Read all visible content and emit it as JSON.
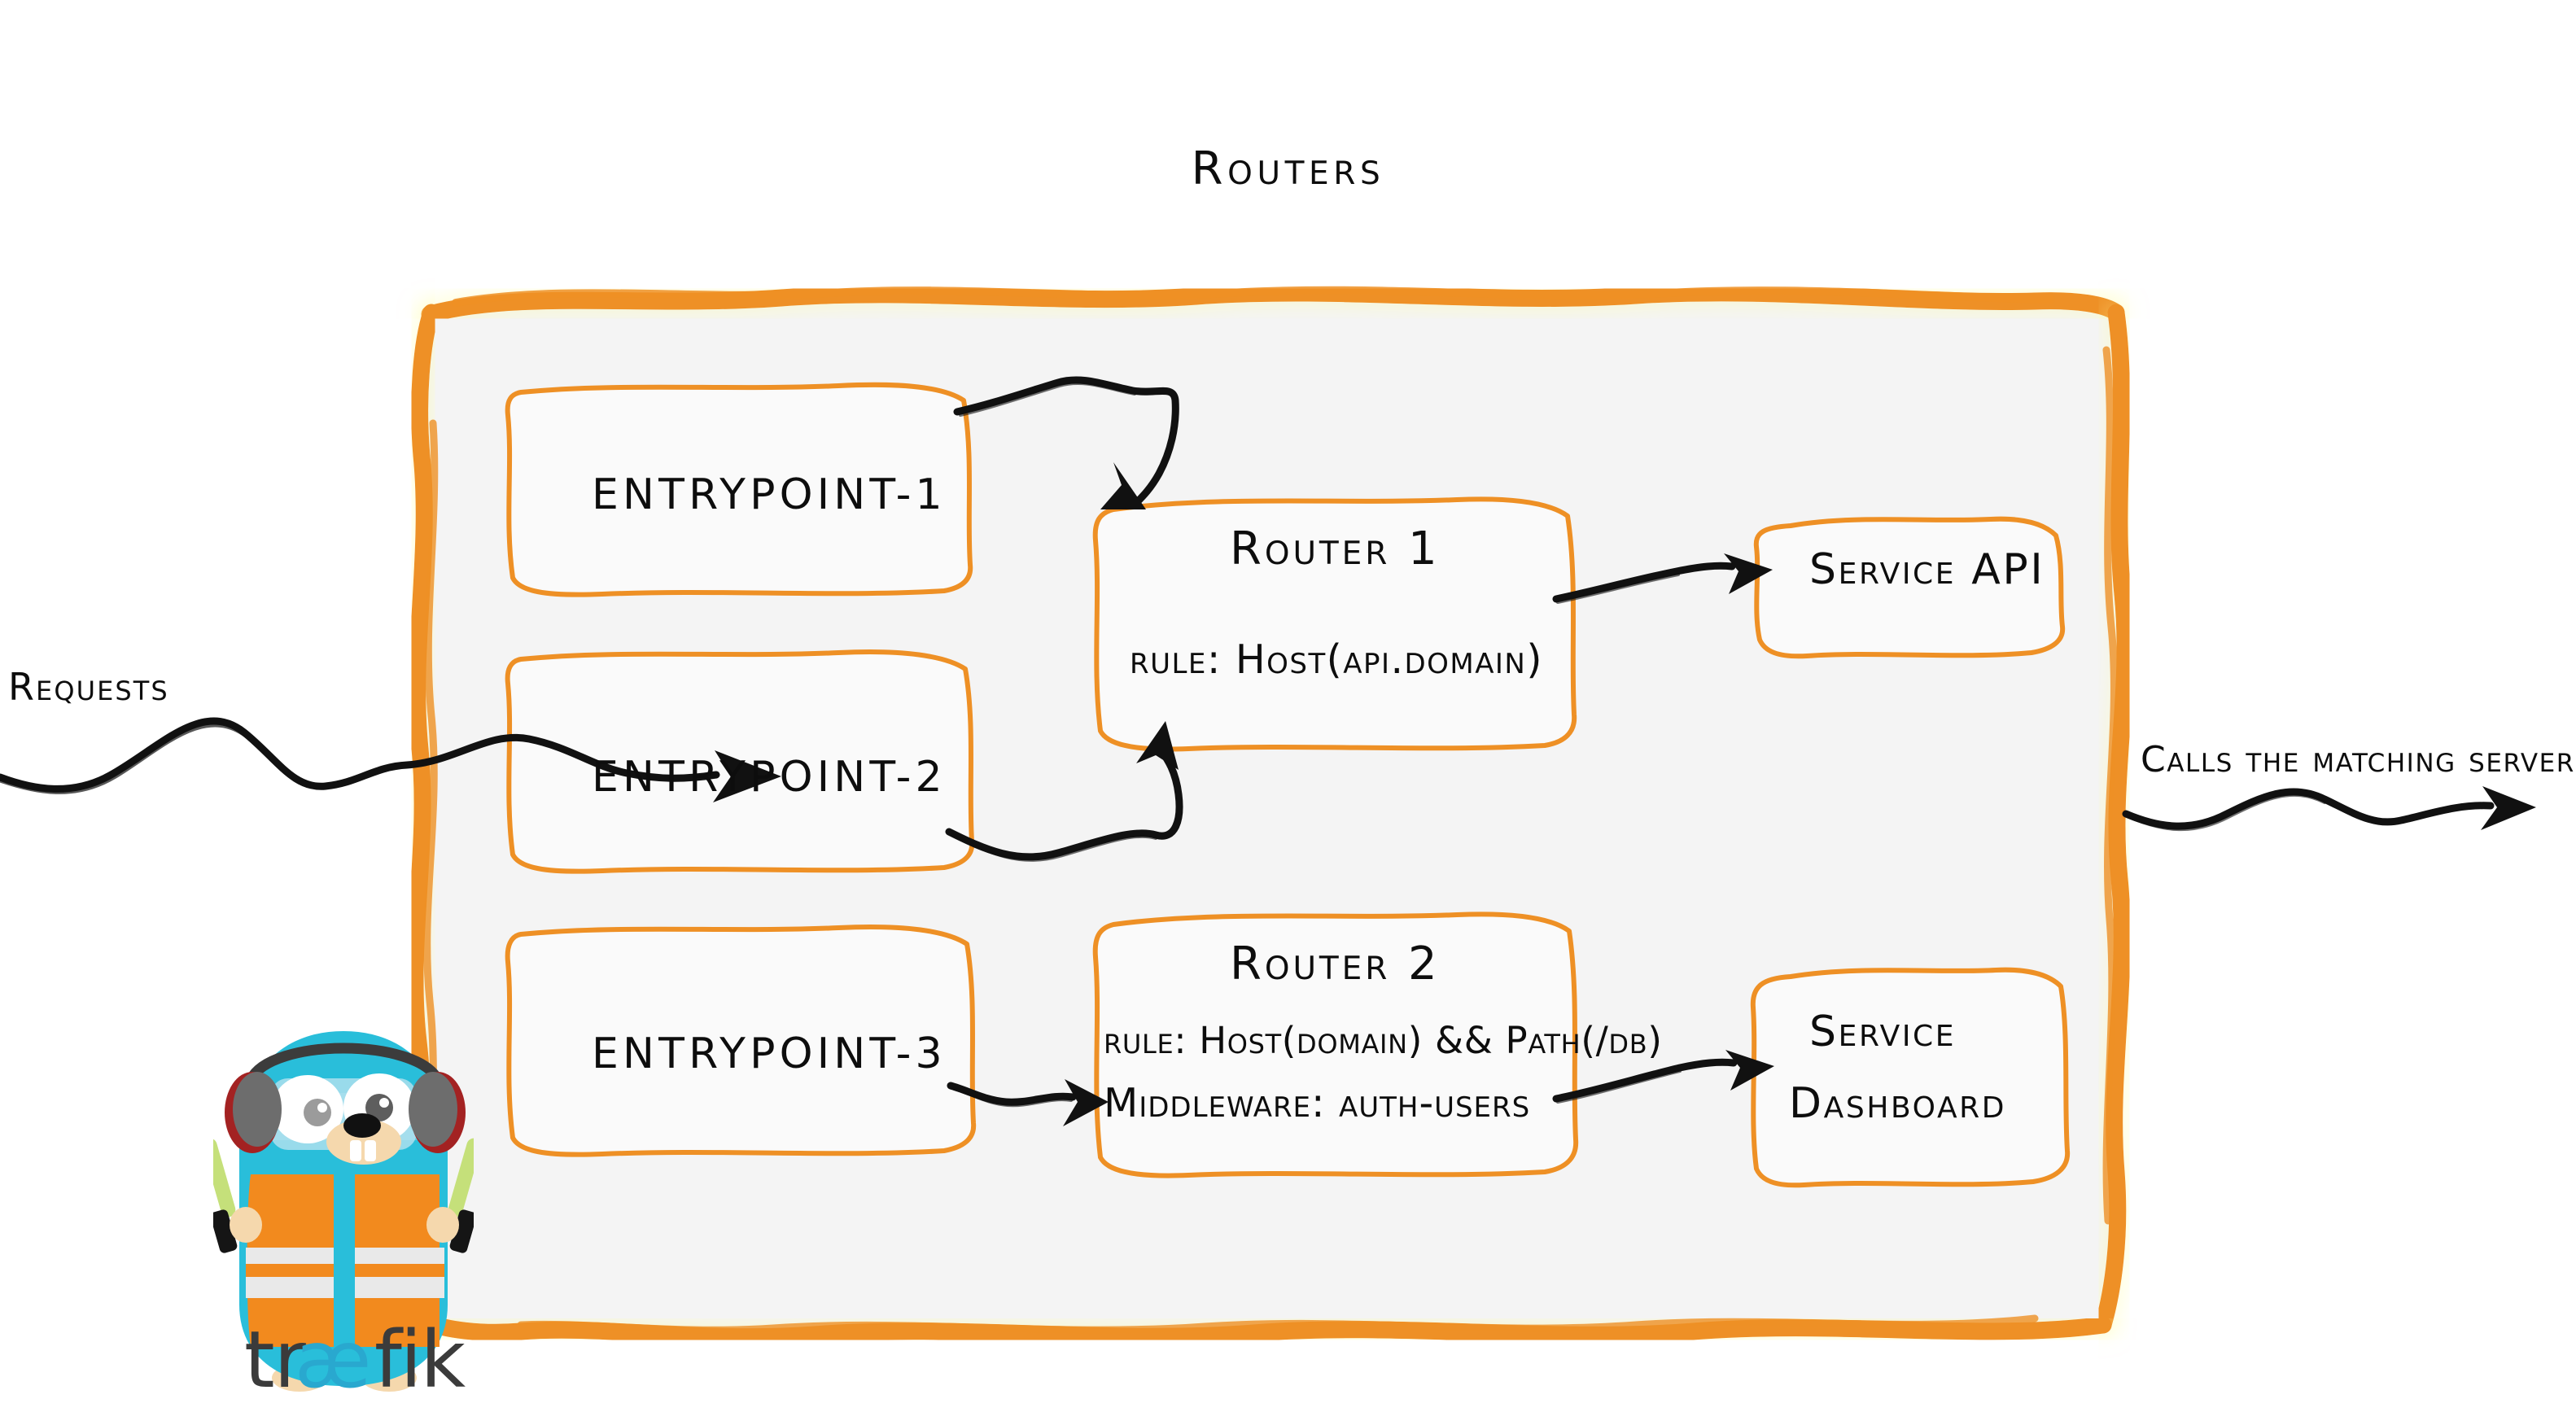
{
  "diagram": {
    "title": "Routers",
    "colors": {
      "accent_orange": "#ee9025",
      "panel_bg": "#f4f4f4",
      "box_bg": "#fafafa",
      "ink": "#111111",
      "gopher_body": "#29beda",
      "gopher_vest": "#f28a1e",
      "gopher_stripe": "#e9e9e9",
      "gopher_wand": "#c5e07a",
      "wordmark_dark": "#3b3b3b",
      "wordmark_cyan": "#29a8cf"
    }
  },
  "entrypoints": [
    {
      "label": "entrypoint-1"
    },
    {
      "label": "entrypoint-2"
    },
    {
      "label": "entrypoint-3"
    }
  ],
  "routers": [
    {
      "name": "Router 1",
      "rule": "rule: Host(api.domain)"
    },
    {
      "name": "Router 2",
      "rule": "rule: Host(domain) && Path(/db)",
      "middleware": "Middleware: auth-users"
    }
  ],
  "services": [
    {
      "label": "Service API"
    },
    {
      "label_line1": "Service",
      "label_line2": "Dashboard"
    }
  ],
  "flow": {
    "input_label": "Requests",
    "output_label": "Calls the matching server"
  },
  "branding": {
    "wordmark_part1": "tr",
    "wordmark_part2": "æ",
    "wordmark_part3": "fik",
    "mascot": "traefik-gopher"
  }
}
